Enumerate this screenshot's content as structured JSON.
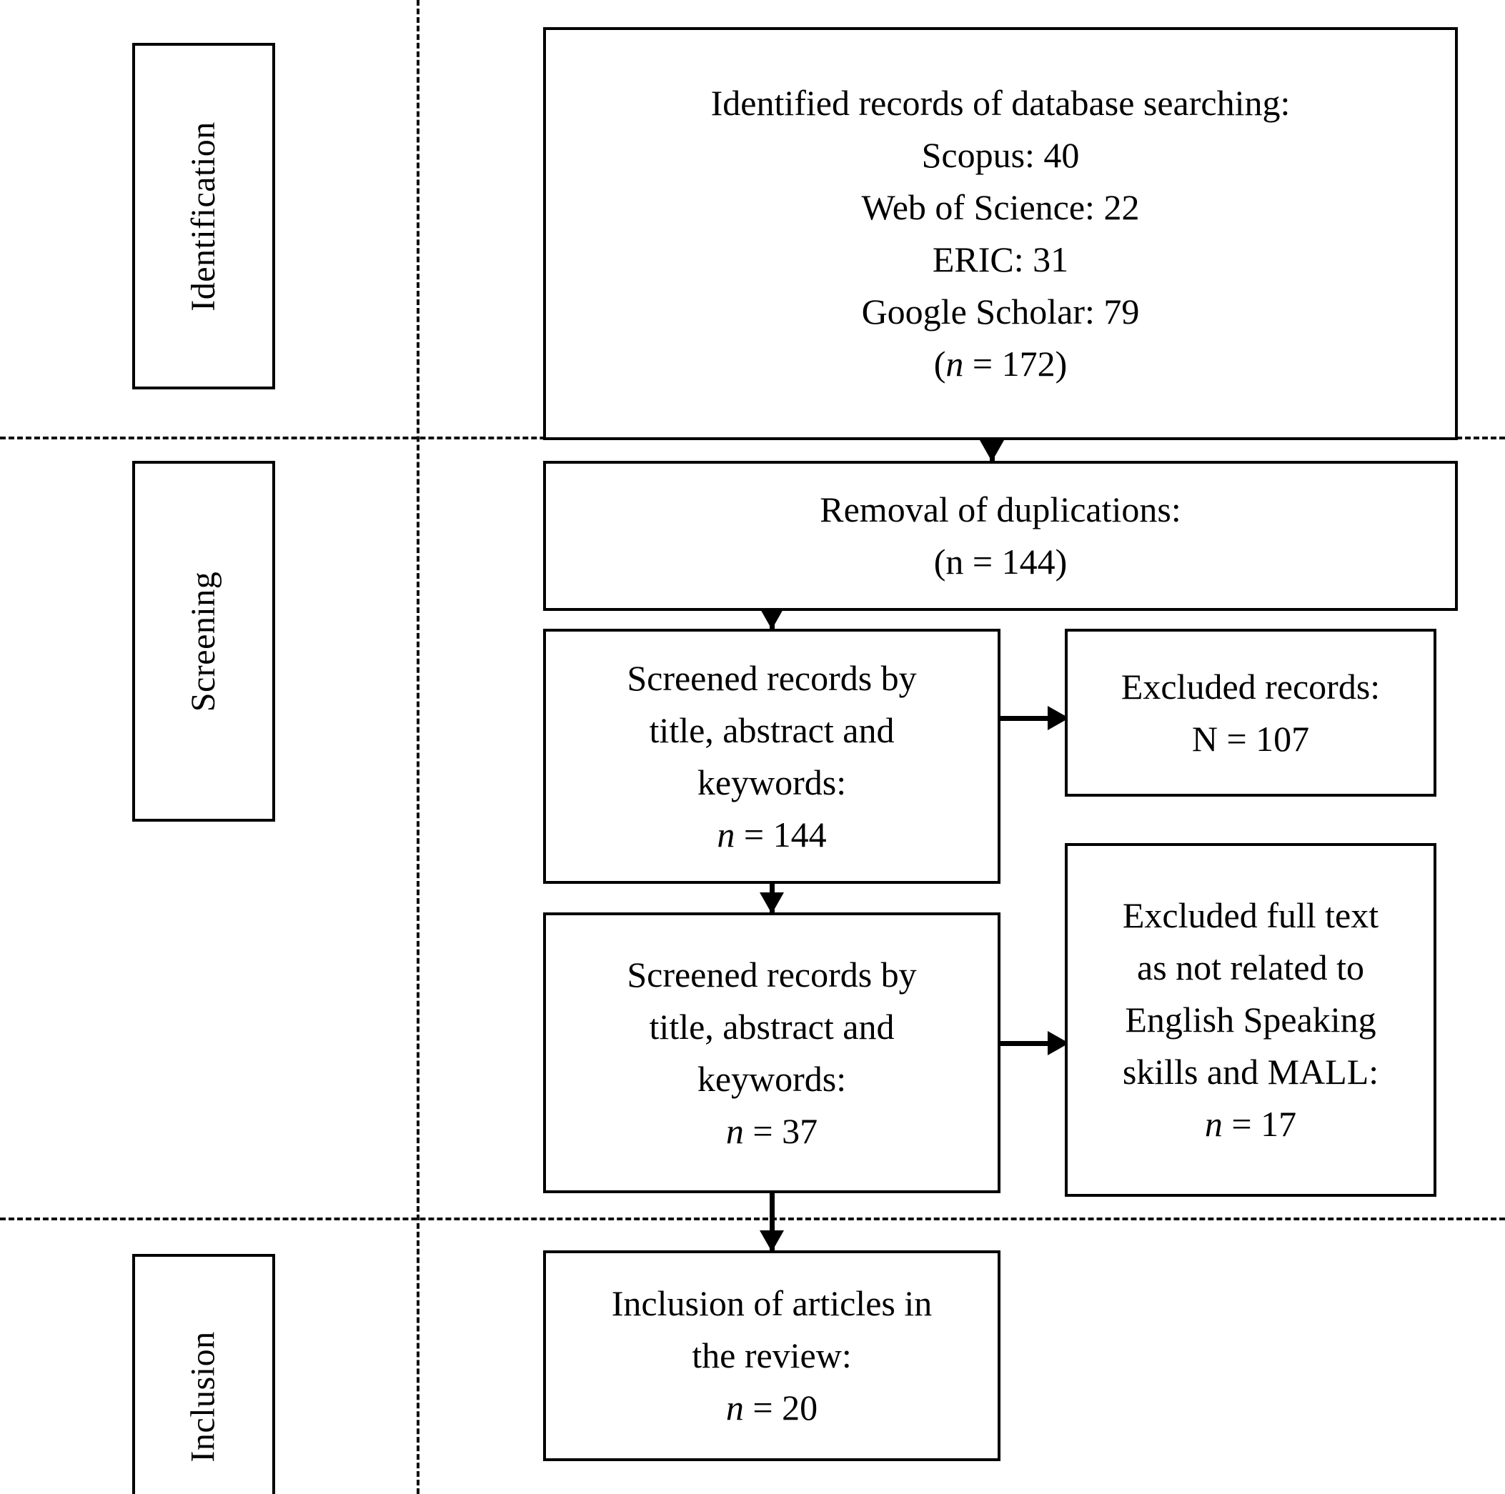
{
  "diagram": {
    "type": "prisma-flow-diagram",
    "title": "",
    "line_color": "#000000",
    "background_color": "#ffffff"
  },
  "stages": [
    {
      "id": "identification",
      "label": "Identification"
    },
    {
      "id": "screening",
      "label": "Screening"
    },
    {
      "id": "inclusion",
      "label": "Inclusion"
    }
  ],
  "boxes": {
    "identified_records": {
      "heading": "Identified records of database searching:",
      "sources": [
        {
          "name": "Scopus",
          "count": 40,
          "text": "Scopus: 40"
        },
        {
          "name": "Web of Science",
          "count": 22,
          "text": "Web of Science: 22"
        },
        {
          "name": "ERIC",
          "count": 31,
          "text": "ERIC: 31"
        },
        {
          "name": "Google Scholar",
          "count": 79,
          "text": "Google Scholar: 79"
        }
      ],
      "total_prefix": "(",
      "total_symbol": "n",
      "total_equals": " = ",
      "total_value": "172",
      "total_suffix": ")",
      "total_text": "(n = 172)"
    },
    "removal_of_duplications": {
      "heading": "Removal of duplications:",
      "count_text": "(n = 144)",
      "count_value": "144"
    },
    "screened_records_1": {
      "line1": "Screened records by",
      "line2": "title, abstract and",
      "line3": "keywords:",
      "count_symbol": "n",
      "count_equals": " = ",
      "count_value": "144",
      "count_text": "n = 144"
    },
    "excluded_records": {
      "heading": "Excluded records:",
      "count_symbol": "N",
      "count_equals": " = ",
      "count_value": "107",
      "count_text": "N = 107"
    },
    "screened_records_2": {
      "line1": "Screened records by",
      "line2": "title, abstract and",
      "line3": "keywords:",
      "count_symbol": "n",
      "count_equals": " = ",
      "count_value": "37",
      "count_text": "n = 37"
    },
    "excluded_full_text": {
      "line1": "Excluded full text",
      "line2": "as not related to",
      "line3": "English Speaking",
      "line4": "skills and MALL:",
      "count_symbol": "n",
      "count_equals": " = ",
      "count_value": "17",
      "count_text": "n = 17"
    },
    "inclusion_of_articles": {
      "line1": "Inclusion of articles in",
      "line2": "the review:",
      "count_symbol": "n",
      "count_equals": " = ",
      "count_value": "20",
      "count_text": "n = 20"
    }
  },
  "flow": [
    {
      "from": "identified_records",
      "to": "removal_of_duplications",
      "direction": "down"
    },
    {
      "from": "removal_of_duplications",
      "to": "screened_records_1",
      "direction": "down"
    },
    {
      "from": "screened_records_1",
      "to": "excluded_records",
      "direction": "right"
    },
    {
      "from": "screened_records_1",
      "to": "screened_records_2",
      "direction": "down"
    },
    {
      "from": "screened_records_2",
      "to": "excluded_full_text",
      "direction": "right"
    },
    {
      "from": "screened_records_2",
      "to": "inclusion_of_articles",
      "direction": "down"
    }
  ]
}
